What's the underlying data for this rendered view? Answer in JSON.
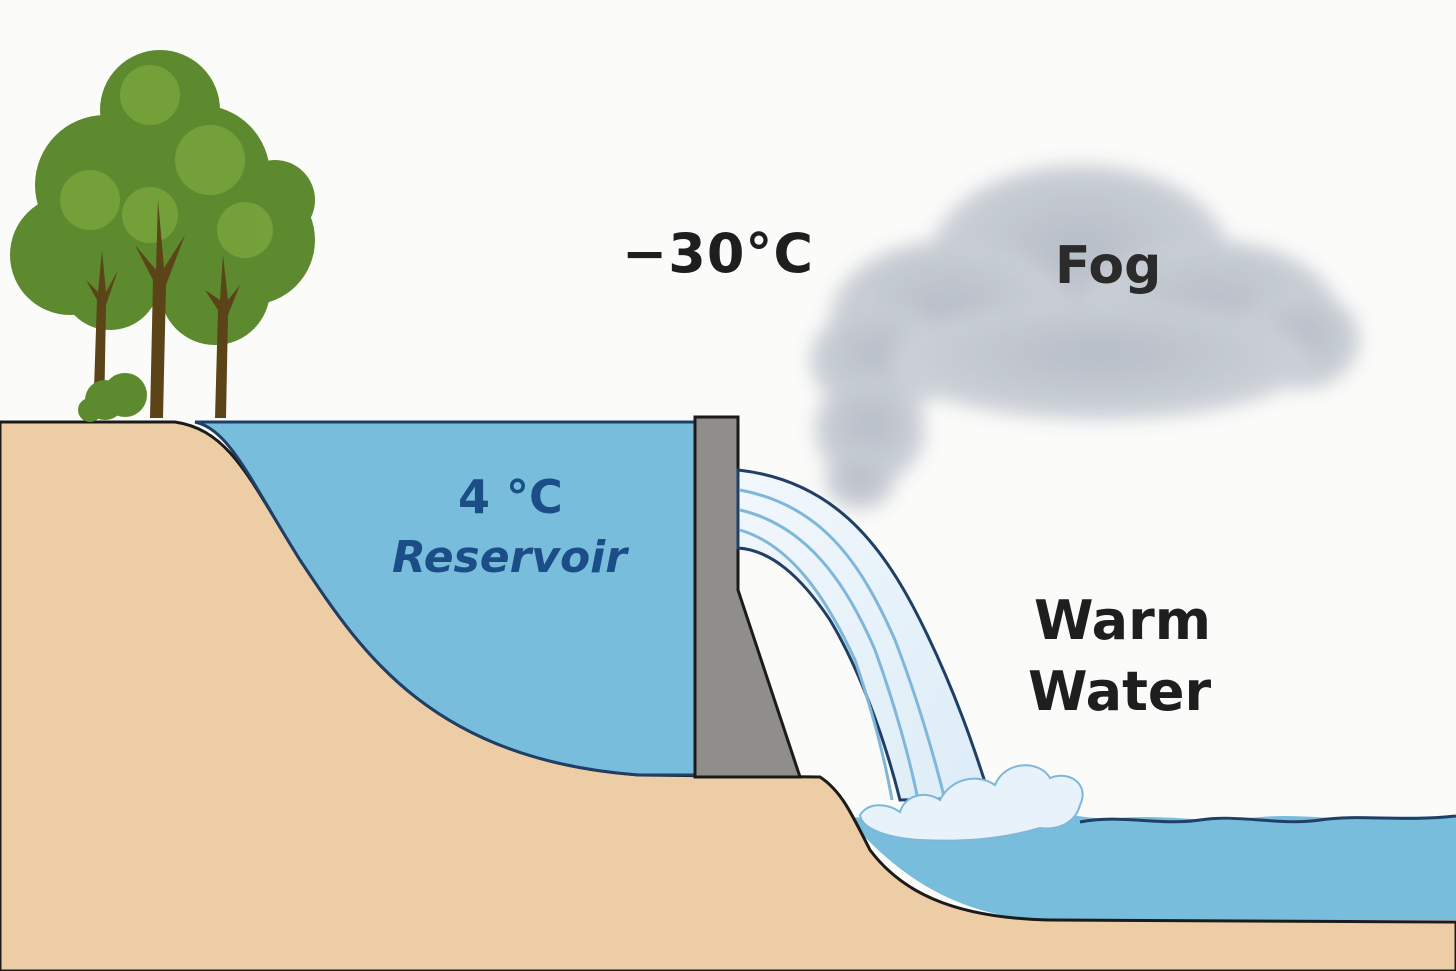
{
  "labels": {
    "air_temperature": "−30°C",
    "fog": "Fog",
    "reservoir_temperature": "4 °C",
    "reservoir": "Reservoir",
    "warm_water_line1": "Warm",
    "warm_water_line2": "Water"
  },
  "colors": {
    "background": "#fbfbf9",
    "ground": "#eccda6",
    "reservoir_water": "#79bddd",
    "river_water": "#79bddd",
    "dam": "#8f8e8a",
    "fog": "#9aa3ae",
    "foliage": "#5d8a2e",
    "trunk": "#5b4418",
    "outline": "#1f2a36",
    "reservoir_text": "#1b4e86"
  }
}
